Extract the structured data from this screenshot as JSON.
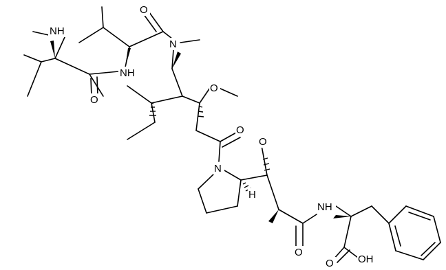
{
  "molecule": {
    "atom_labels": {
      "nh_methyl": "NH",
      "nh_amide_1": "NH",
      "n_methyl": "N",
      "o_carbonyl_1": "O",
      "o_carbonyl_2": "O",
      "o_methoxy_1": "O",
      "o_carbonyl_3": "O",
      "n_pyrrolidine": "N",
      "h_stereo": "H",
      "o_methoxy_2": "O",
      "nh_amide_2": "NH",
      "o_carbonyl_4": "O",
      "o_acid": "O",
      "oh_acid": "OH"
    }
  }
}
